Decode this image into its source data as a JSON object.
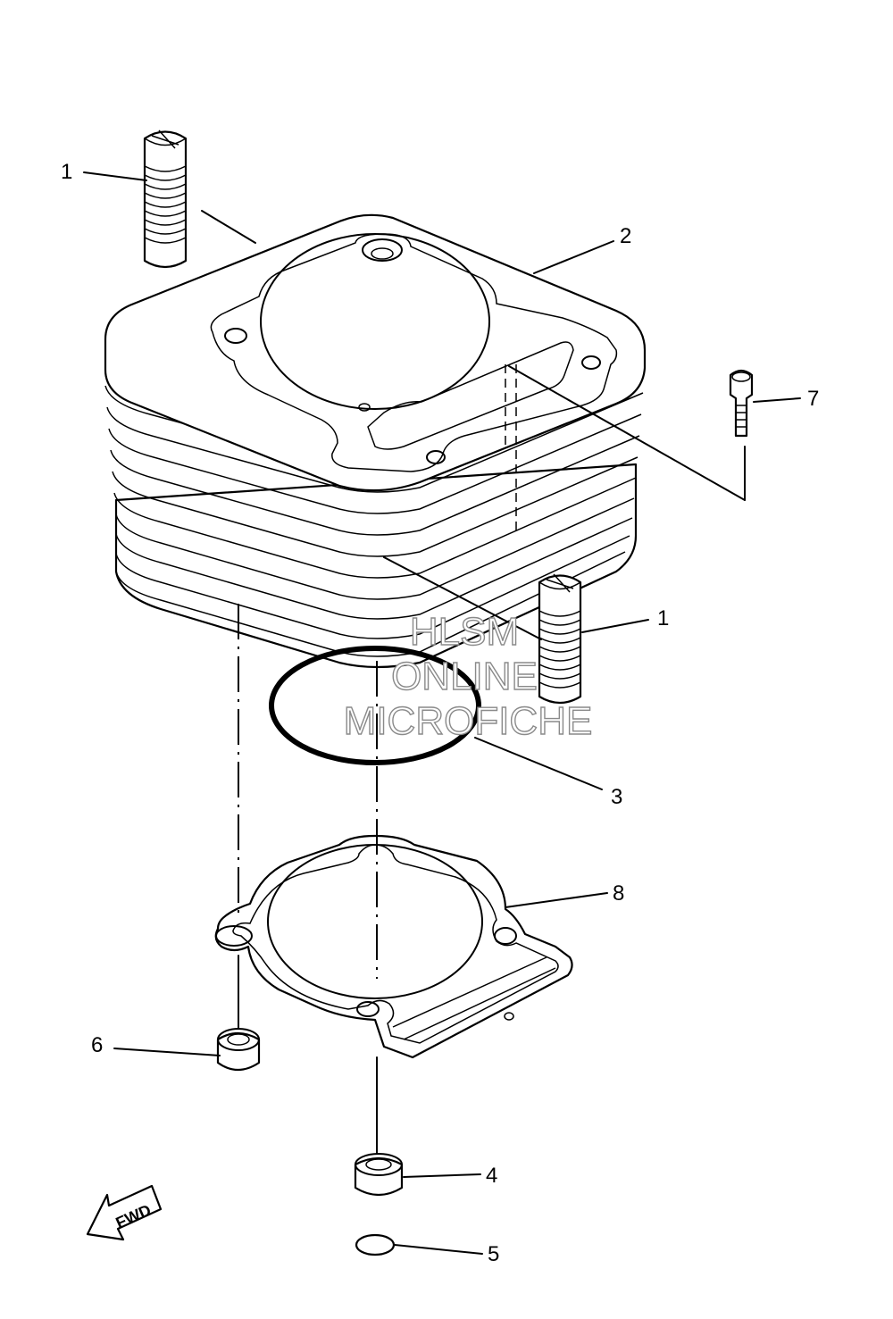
{
  "callouts": [
    {
      "id": "1a",
      "label": "1"
    },
    {
      "id": "2",
      "label": "2"
    },
    {
      "id": "7",
      "label": "7"
    },
    {
      "id": "1b",
      "label": "1"
    },
    {
      "id": "3",
      "label": "3"
    },
    {
      "id": "8",
      "label": "8"
    },
    {
      "id": "6",
      "label": "6"
    },
    {
      "id": "4",
      "label": "4"
    },
    {
      "id": "5",
      "label": "5"
    }
  ],
  "watermark": {
    "line1": "HLSM",
    "line2": "ONLINE",
    "line3": "MICROFICHE"
  },
  "fwd_label": "FWD"
}
